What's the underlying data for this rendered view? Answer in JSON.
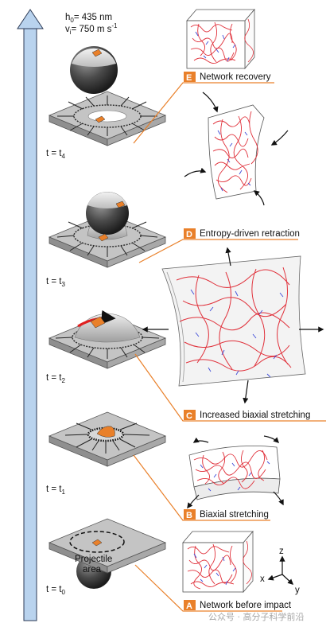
{
  "header": {
    "h0_label": "h",
    "h0_sub": "0",
    "h0_value": "= 435 nm",
    "vi_label": "v",
    "vi_sub": "i",
    "vi_value": "= 750 m s",
    "vi_sup": "-1"
  },
  "timeline": {
    "t4": {
      "prefix": "t = t",
      "sub": "4"
    },
    "t3": {
      "prefix": "t = t",
      "sub": "3"
    },
    "t2": {
      "prefix": "t = t",
      "sub": "2"
    },
    "t1": {
      "prefix": "t = t",
      "sub": "1"
    },
    "t0": {
      "prefix": "t = t",
      "sub": "0"
    }
  },
  "projectile_area": {
    "line1": "Projectile",
    "line2": "area"
  },
  "stages": {
    "E": {
      "letter": "E",
      "label": "Network recovery"
    },
    "D": {
      "letter": "D",
      "label": "Entropy-driven retraction"
    },
    "C": {
      "letter": "C",
      "label": "Increased biaxial stretching"
    },
    "B": {
      "letter": "B",
      "label": "Biaxial stretching"
    },
    "A": {
      "letter": "A",
      "label": "Network before impact"
    }
  },
  "axes": {
    "z": "z",
    "x": "x",
    "y": "y"
  },
  "watermark": "公众号 · 高分子科学前沿",
  "colors": {
    "accent": "#e9802a",
    "arrow": "#b9d3ee",
    "chain_red": "#e0303a",
    "chain_blue": "#3d4bd8"
  }
}
